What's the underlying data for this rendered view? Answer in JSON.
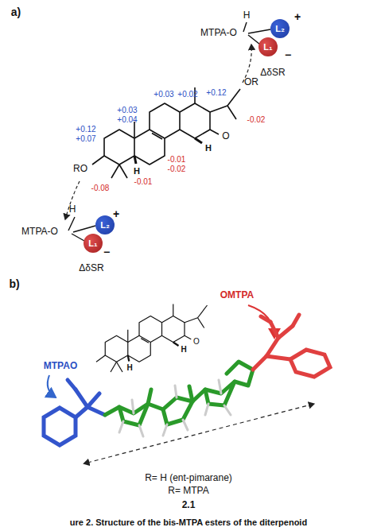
{
  "diagram": {
    "caption": "ure 2. Structure of the bis-MTPA esters of the diterpenoid",
    "nodes": [
      {
        "text": [
          "L₂"
        ]
      },
      {
        "text": [
          "L₁"
        ]
      },
      {
        "text": [
          "L₂"
        ]
      },
      {
        "text": [
          "L₁"
        ]
      }
    ],
    "labels": [
      "a)",
      "H",
      "MTPA-O",
      "+",
      "−",
      "ΔδSR",
      "+0.12",
      "+0.02",
      "+0.03",
      "+0.03",
      "+0.04",
      "+0.12",
      "+0.07",
      "-0.02",
      "-0.08",
      "-0.01",
      "-0.01",
      "-0.02",
      "OR",
      "RO",
      "O",
      "H",
      "H",
      "H",
      "MTPA-O",
      "+",
      "−",
      "ΔδSR",
      "b)",
      "OMTPA",
      "MTPAO",
      "H",
      "H",
      "O",
      "R= H (ent-pimarane)",
      "R= MTPA",
      "2.1"
    ]
  }
}
